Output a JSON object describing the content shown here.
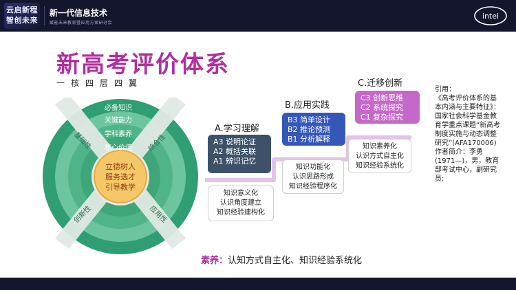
{
  "header": {
    "logo_lines": [
      "云启新程",
      "智创未来"
    ],
    "title": "新一代信息技术",
    "subtitle": "赋能未来教育暨应用方案研讨会",
    "brand": "intel"
  },
  "slide": {
    "title": "新高考评价体系",
    "subtitle": "一核四层四翼",
    "circle": {
      "layers": [
        "必备知识",
        "关键能力",
        "学科素养",
        "核心价值"
      ],
      "core": [
        "立德树人",
        "服务选才",
        "引导教学"
      ],
      "wings": [
        "基础性",
        "综合性",
        "创新性",
        "应用性"
      ]
    },
    "steps": [
      {
        "title": "A.学习理解",
        "items": [
          "A3 说明论证",
          "A2 概括关联",
          "A1 辨识记忆"
        ],
        "notes": [
          "知识意义化",
          "认识角度建立",
          "知识经验建构化"
        ]
      },
      {
        "title": "B.应用实践",
        "items": [
          "B3 简单设计",
          "B2 推论预测",
          "B1 分析解释"
        ],
        "notes": [
          "知识功能化",
          "认识思路形成",
          "知识经验程序化"
        ]
      },
      {
        "title": "C.迁移创新",
        "items": [
          "C3 创新思维",
          "C2 系统探究",
          "C1 复杂探究"
        ],
        "notes": [
          "知识素养化",
          "认识方式自主化",
          "知识经验系统化"
        ]
      }
    ],
    "summary": {
      "label": "素养：",
      "text": "认知方式自主化、知识经验系统化"
    },
    "citation": {
      "heading": "引用：",
      "body": "《高考评价体系的基本内涵与主要特征》：国家社会科学基金教育学重点课题“新高考制度实施与动态调整研究”(AFA170006)",
      "author": "作者简介：李勇(1971—)，男，教育部考试中心，副研究员;"
    }
  },
  "colors": {
    "header_bg": "#14162d",
    "title": "#b02fa0",
    "box_a": "#3d5168",
    "box_b": "#3457b8",
    "box_c": "#c468c9",
    "core": "#f6c769"
  }
}
